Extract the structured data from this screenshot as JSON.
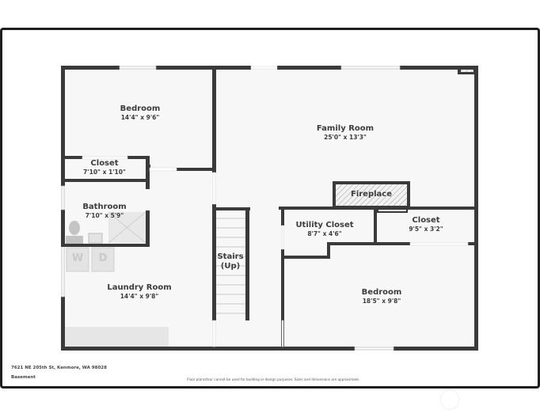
{
  "address": "7621 NE 205th St, Kenmore, WA 98028",
  "floor": "Basement",
  "disclaimer": "Floor plans/tour cannot be used for building or design purposes. Sizes and dimensions are approximate.",
  "colors": {
    "wall": "#3a3a3a",
    "floor": "#f7f7f7",
    "fixture": "#e6e6e6",
    "text": "#3c3c3c",
    "frame": "#1e1e1e"
  },
  "rooms": [
    {
      "name": "Bedroom",
      "dimensions": "14'4\" x 9'6\""
    },
    {
      "name": "Closet",
      "dimensions": "7'10\" x 1'10\""
    },
    {
      "name": "Bathroom",
      "dimensions": "7'10\" x 5'9\""
    },
    {
      "name": "Laundry Room",
      "dimensions": "14'4\" x 9'8\""
    },
    {
      "name": "Family Room",
      "dimensions": "25'0\" x 13'3\""
    },
    {
      "name": "Fireplace",
      "dimensions": ""
    },
    {
      "name": "Utility Closet",
      "dimensions": "8'7\" x 4'6\""
    },
    {
      "name": "Closet",
      "dimensions": "9'5\" x 3'2\""
    },
    {
      "name": "Stairs",
      "dimensions": "(Up)"
    },
    {
      "name": "Bedroom",
      "dimensions": "18'5\" x 9'8\""
    }
  ],
  "appliances": {
    "washer": "W",
    "dryer": "D"
  }
}
